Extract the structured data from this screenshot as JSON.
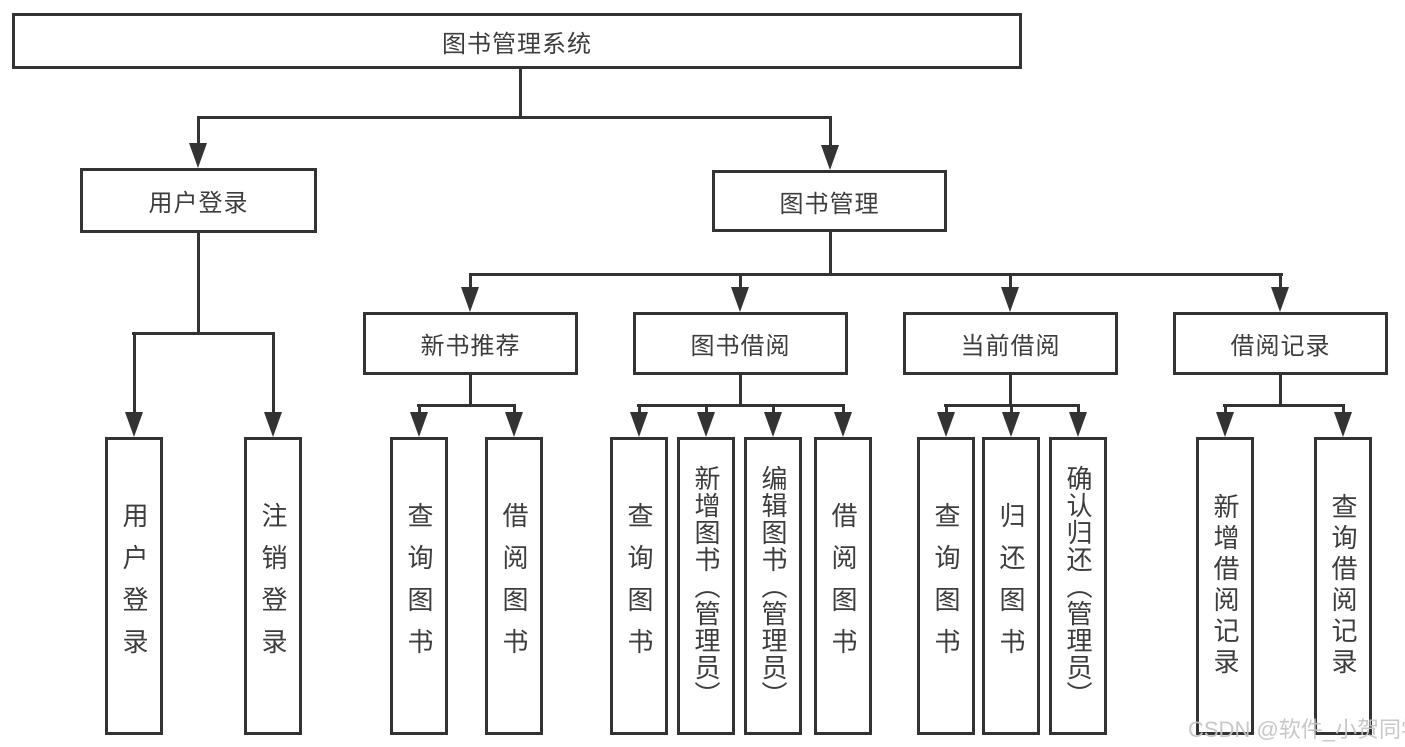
{
  "diagram": {
    "watermark": "CSDN @软件_小贺同学",
    "colors": {
      "line": "#333333",
      "text": "#3d3d3d",
      "box_background": "#ffffff",
      "watermark": "#c5c5c5"
    },
    "tree": {
      "label": "图书管理系统",
      "children": [
        {
          "label": "用户登录",
          "children": [
            {
              "label": "用户登录"
            },
            {
              "label": "注销登录"
            }
          ]
        },
        {
          "label": "图书管理",
          "children": [
            {
              "label": "新书推荐",
              "children": [
                {
                  "label": "查询图书"
                },
                {
                  "label": "借阅图书"
                }
              ]
            },
            {
              "label": "图书借阅",
              "children": [
                {
                  "label": "查询图书"
                },
                {
                  "label": "新增图书（管理员）"
                },
                {
                  "label": "编辑图书（管理员）"
                },
                {
                  "label": "借阅图书"
                }
              ]
            },
            {
              "label": "当前借阅",
              "children": [
                {
                  "label": "查询图书"
                },
                {
                  "label": "归还图书"
                },
                {
                  "label": "确认归还（管理员）"
                }
              ]
            },
            {
              "label": "借阅记录",
              "children": [
                {
                  "label": "新增借阅记录"
                },
                {
                  "label": "查询借阅记录"
                }
              ]
            }
          ]
        }
      ]
    }
  }
}
